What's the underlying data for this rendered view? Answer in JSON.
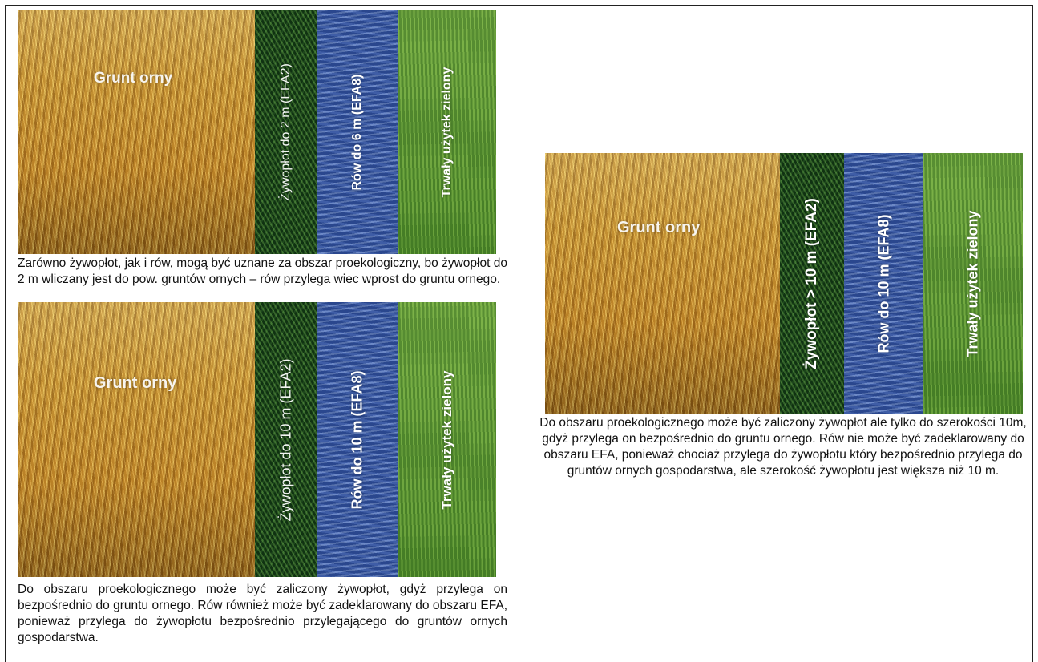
{
  "panel_top": {
    "labels": {
      "field": "Grunt orny",
      "hedge": "Żywopłot do 2 m (EFA2)",
      "ditch": "Rów do 6 m (EFA8)",
      "grassland": "Trwały użytek zielony"
    },
    "caption": "Zarówno żywopłot, jak i rów, mogą być uznane za  obszar proekologiczny, bo żywopłot do 2 m wliczany jest do pow. gruntów ornych – rów przylega wiec wprost do gruntu ornego."
  },
  "panel_bottom": {
    "labels": {
      "field": "Grunt orny",
      "hedge": "Żywopłot do  10 m (EFA2)",
      "ditch": "Rów do 10 m (EFA8)",
      "grassland": "Trwały użytek zielony"
    },
    "caption": "Do  obszaru  proekologicznego może być zaliczony żywopłot, gdyż przylega on bezpośrednio do gruntu ornego. Rów również może być zadeklarowany do obszaru EFA, ponieważ przylega do żywopłotu bezpośrednio przylegającego do gruntów ornych gospodarstwa."
  },
  "panel_right": {
    "labels": {
      "field": "Grunt orny",
      "hedge": "Żywopłot  > 10 m (EFA2)",
      "ditch": "Rów do 10 m (EFA8)",
      "grassland": "Trwały użytek zielony"
    },
    "caption": "Do  obszaru  proekologicznego może być zaliczony żywopłot ale tylko do szerokości 10m, gdyż przylega on bezpośrednio do gruntu ornego. Rów nie może być  zadeklarowany do  obszaru  EFA,  ponieważ  chociaż  przylega  do żywopłotu który bezpośrednio przylega do gruntów ornych gospodarstwa, ale  szerokość żywopłotu jest większa niż 10 m."
  }
}
